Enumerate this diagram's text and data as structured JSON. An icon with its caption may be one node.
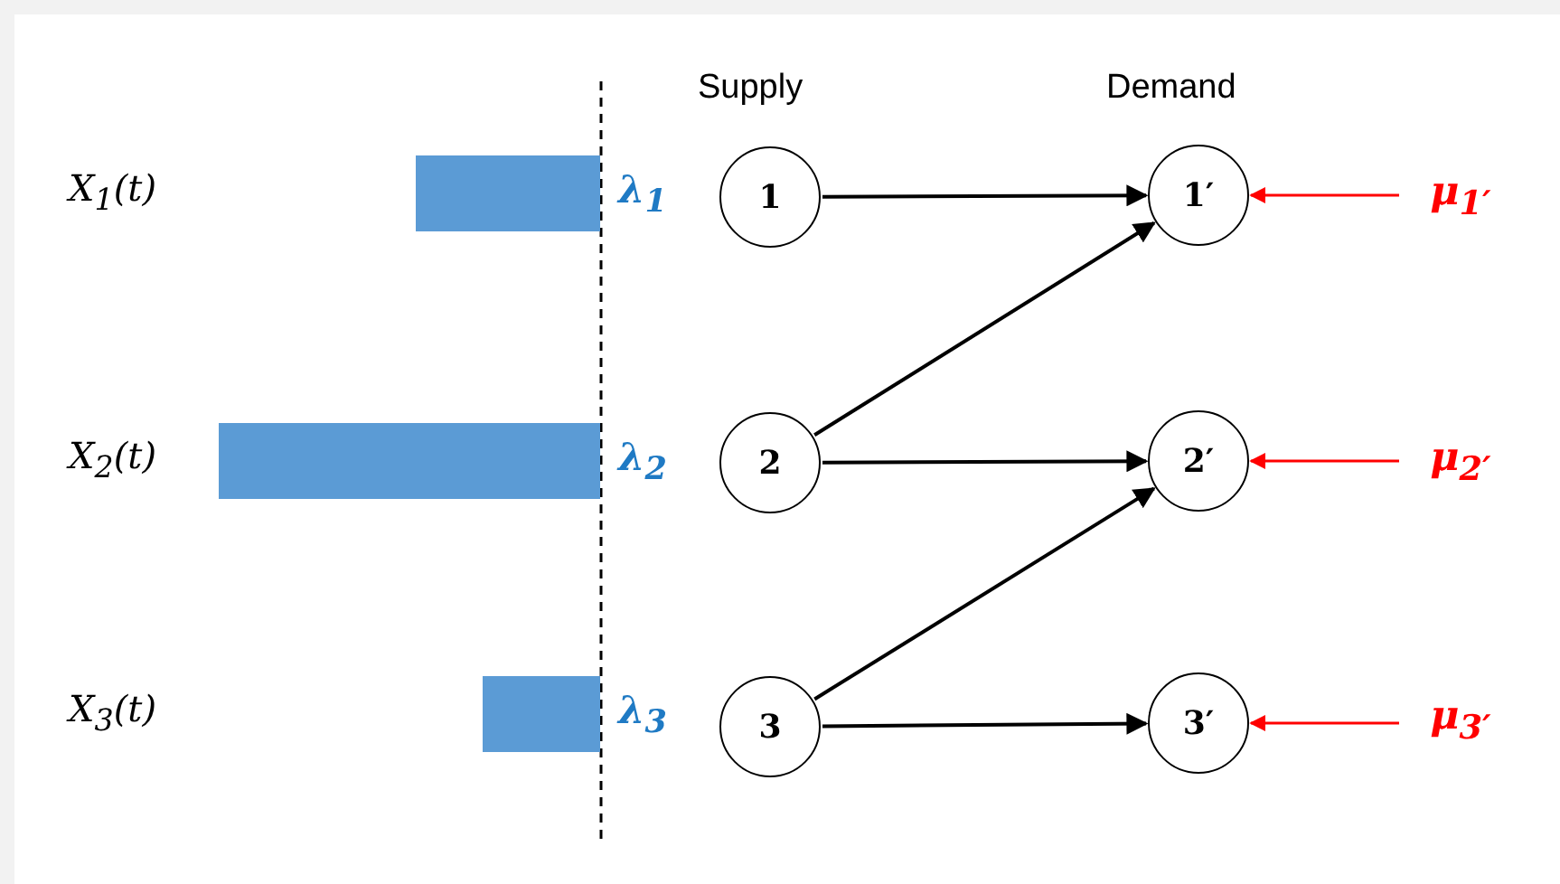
{
  "diagram": {
    "nodes": [
      {
        "text": [],
        "shape": "bar"
      },
      {
        "text": [
          "1"
        ]
      },
      {
        "text": [
          "1′"
        ]
      },
      {
        "text": [
          "μ$_{1′}$"
        ]
      },
      {
        "text": [],
        "shape": "bar"
      },
      {
        "text": [
          "2"
        ]
      },
      {
        "text": [
          "2′"
        ]
      },
      {
        "text": [
          "μ$_{2′}$"
        ]
      },
      {
        "text": [],
        "shape": "bar"
      },
      {
        "text": [
          "3"
        ]
      },
      {
        "text": [
          "3′"
        ]
      },
      {
        "text": [
          "μ$_{3′}$"
        ]
      }
    ],
    "edges": [
      {
        "from": 1,
        "to": 2,
        "arrow": "to"
      },
      {
        "from": 5,
        "to": 2,
        "arrow": "to"
      },
      {
        "from": 5,
        "to": 6,
        "arrow": "to"
      },
      {
        "from": 9,
        "to": 6,
        "arrow": "to"
      },
      {
        "from": 9,
        "to": 10,
        "arrow": "to"
      },
      {
        "from": 3,
        "to": 2,
        "arrow": "to",
        "color": "#ff0000"
      },
      {
        "from": 7,
        "to": 6,
        "arrow": "to",
        "color": "#ff0000"
      },
      {
        "from": 11,
        "to": 10,
        "arrow": "to",
        "color": "#ff0000"
      }
    ],
    "labels": [
      "Supply",
      "Demand",
      "X$_{1}$(t)",
      "λ$_{1}$",
      "X$_{2}$(t)",
      "λ$_{2}$",
      "X$_{3}$(t)",
      "λ$_{3}$"
    ]
  }
}
